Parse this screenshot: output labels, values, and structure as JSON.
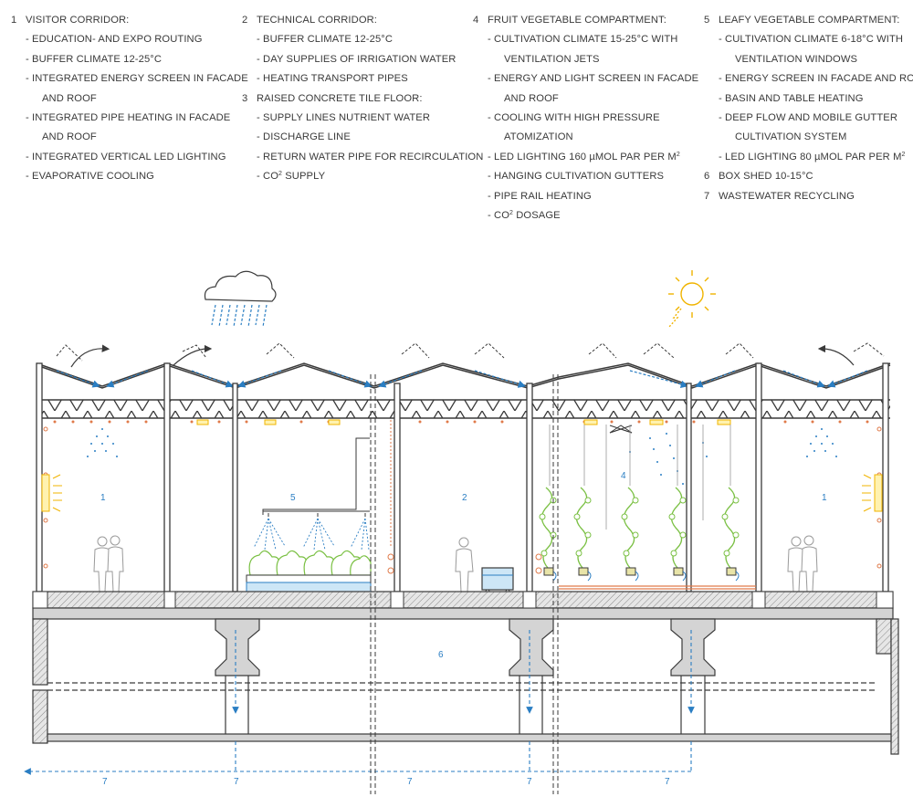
{
  "legend": {
    "col1": {
      "items": [
        {
          "type": "head",
          "num": "1",
          "text": "VISITOR CORRIDOR:"
        },
        {
          "type": "sub",
          "text": "- EDUCATION- AND EXPO ROUTING"
        },
        {
          "type": "sub",
          "text": "- BUFFER CLIMATE 12-25°C"
        },
        {
          "type": "sub",
          "text": "- INTEGRATED ENERGY SCREEN IN FACADE"
        },
        {
          "type": "cont",
          "text": "AND ROOF"
        },
        {
          "type": "sub",
          "text": "- INTEGRATED PIPE HEATING IN FACADE"
        },
        {
          "type": "cont",
          "text": "AND ROOF"
        },
        {
          "type": "sub",
          "text": "- INTEGRATED VERTICAL LED LIGHTING"
        },
        {
          "type": "sub",
          "text": "- EVAPORATIVE COOLING"
        }
      ]
    },
    "col2": {
      "items": [
        {
          "type": "head",
          "num": "2",
          "text": "TECHNICAL CORRIDOR:"
        },
        {
          "type": "sub",
          "text": "- BUFFER CLIMATE 12-25°C"
        },
        {
          "type": "sub",
          "text": "- DAY SUPPLIES OF IRRIGATION WATER"
        },
        {
          "type": "sub",
          "text": "- HEATING TRANSPORT PIPES"
        },
        {
          "type": "head",
          "num": "3",
          "text": "RAISED CONCRETE TILE FLOOR:"
        },
        {
          "type": "sub",
          "text": "- SUPPLY LINES NUTRIENT WATER"
        },
        {
          "type": "sub",
          "text": "- DISCHARGE LINE"
        },
        {
          "type": "sub",
          "text": "- RETURN WATER PIPE FOR RECIRCULATION"
        },
        {
          "type": "sub",
          "text": "- CO",
          "sup": "2",
          "after": " SUPPLY"
        }
      ]
    },
    "col3": {
      "items": [
        {
          "type": "head",
          "num": "4",
          "text": "FRUIT VEGETABLE COMPARTMENT:"
        },
        {
          "type": "sub",
          "text": "- CULTIVATION CLIMATE 15-25°C WITH"
        },
        {
          "type": "cont",
          "text": "VENTILATION JETS"
        },
        {
          "type": "sub",
          "text": "- ENERGY AND LIGHT SCREEN IN FACADE"
        },
        {
          "type": "cont",
          "text": "AND ROOF"
        },
        {
          "type": "sub",
          "text": "- COOLING WITH HIGH PRESSURE"
        },
        {
          "type": "cont",
          "text": "ATOMIZATION"
        },
        {
          "type": "sub",
          "text": "- LED LIGHTING 160 µMOL PAR PER M",
          "sup": "2",
          "after": ""
        },
        {
          "type": "sub",
          "text": "- HANGING CULTIVATION GUTTERS"
        },
        {
          "type": "sub",
          "text": "- PIPE RAIL HEATING"
        },
        {
          "type": "sub",
          "text": "- CO",
          "sup": "2",
          "after": " DOSAGE"
        }
      ]
    },
    "col4": {
      "items": [
        {
          "type": "head",
          "num": "5",
          "text": "LEAFY VEGETABLE COMPARTMENT:"
        },
        {
          "type": "sub",
          "text": "- CULTIVATION CLIMATE 6-18°C WITH"
        },
        {
          "type": "cont",
          "text": "VENTILATION WINDOWS"
        },
        {
          "type": "sub",
          "text": "- ENERGY SCREEN IN FACADE AND ROOF"
        },
        {
          "type": "sub",
          "text": "- BASIN AND TABLE HEATING"
        },
        {
          "type": "sub",
          "text": "- DEEP FLOW AND MOBILE GUTTER"
        },
        {
          "type": "cont",
          "text": "CULTIVATION SYSTEM"
        },
        {
          "type": "sub",
          "text": "- LED LIGHTING 80 µMOL PAR PER M",
          "sup": "2",
          "after": ""
        },
        {
          "type": "head",
          "num": "6",
          "text": "BOX SHED 10-15°C"
        },
        {
          "type": "head",
          "num": "7",
          "text": "WASTEWATER RECYCLING"
        }
      ]
    }
  },
  "drawing": {
    "zone_labels": {
      "visitor_left": "1",
      "leafy": "5",
      "technical": "2",
      "fruit": "4",
      "visitor_right": "1",
      "box_shed": "6"
    },
    "wastewater_labels": [
      "7",
      "7",
      "7",
      "7",
      "7"
    ],
    "colors": {
      "line": "#3a3a3a",
      "accent_blue": "#2a7ec3",
      "heating_orange": "#e07a4a",
      "sun_yellow": "#f0b400",
      "plant_green": "#7ac043",
      "concrete": "#d4d4d4"
    }
  }
}
